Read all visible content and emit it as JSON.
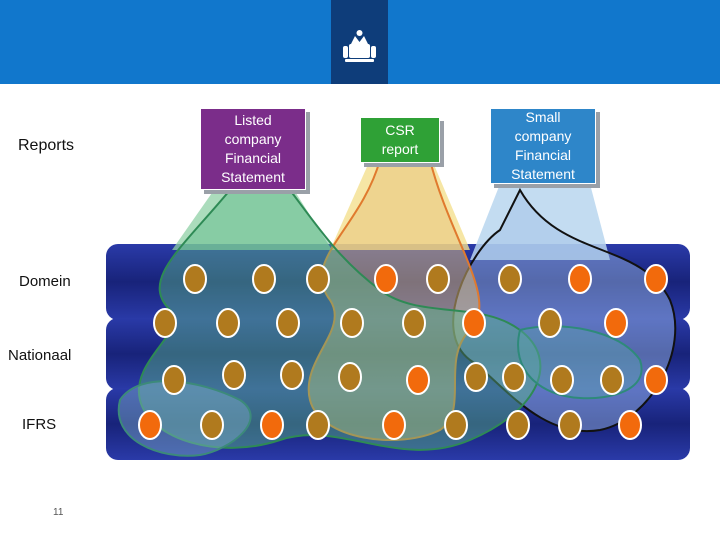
{
  "header": {
    "brand_color": "#1177cc",
    "crest_color": "#0e3d7a",
    "crest_icon": "royal-coat-of-arms-icon"
  },
  "rows": {
    "reports": "Reports",
    "domein": "Domein",
    "nationaal": "Nationaal",
    "ifrs": "IFRS"
  },
  "reports": {
    "listed": {
      "lines": [
        "Listed",
        "company",
        "Financial",
        "Statement"
      ],
      "color": "#7b2d8a"
    },
    "csr": {
      "lines": [
        "CSR",
        "report"
      ],
      "color": "#2fa136"
    },
    "small": {
      "lines": [
        "Small",
        "company",
        "Financial",
        "Statement"
      ],
      "color": "#2e86c9"
    }
  },
  "colors": {
    "band": "#1c2a8a",
    "dot_gold": "#b07a1e",
    "dot_orange": "#f26a0c",
    "listed_cone": "#8fd0a6",
    "csr_cone": "#f4e08e",
    "small_cone": "#b8d6ee"
  },
  "footer": {
    "page_number": "11"
  }
}
